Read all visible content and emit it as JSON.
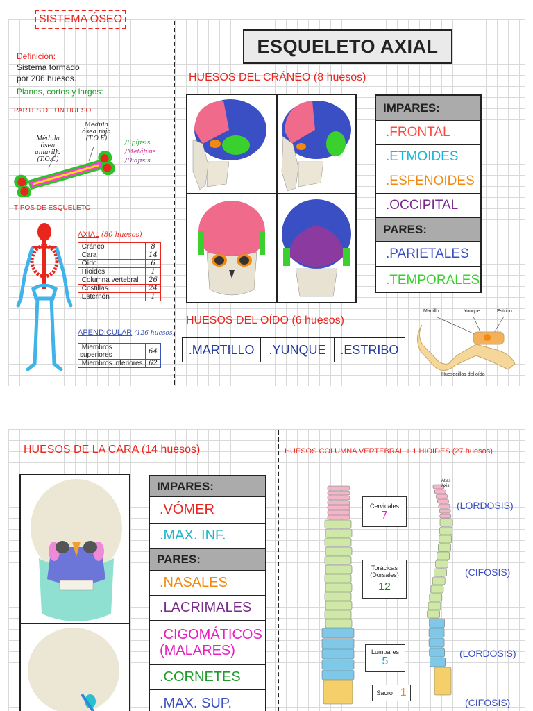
{
  "sistema": {
    "title": "SISTEMA ÓSEO",
    "def_label": "Definición:",
    "def_line1": "Sistema formado",
    "def_line2": "por 206 huesos.",
    "planos": "Planos, cortos y largos:",
    "partes_label": "PARTES DE UN HUESO",
    "medula_amarilla": "Médula ósea amarilla",
    "medula_amarilla_abbr": "(T.O.C)",
    "medula_roja": "Médula ósea roja",
    "medula_roja_abbr": "(T.O.E)",
    "epifisis": "/Epífisis",
    "metafisis": "/Metáfisis",
    "diafisis": "/Diáfisis",
    "tipos_label": "TIPOS DE ESQUELETO",
    "axial_label": "AXIAL",
    "axial_count": "(80 huesos)",
    "axial_items": [
      {
        "name": ".Cráneo",
        "n": "8"
      },
      {
        "name": ".Cara",
        "n": "14"
      },
      {
        "name": ".Oído",
        "n": "6"
      },
      {
        "name": ".Hioides",
        "n": "1"
      },
      {
        "name": ".Columna vertebral",
        "n": "26"
      },
      {
        "name": ".Costillas",
        "n": "24"
      },
      {
        "name": ".Esternón",
        "n": "1"
      }
    ],
    "apendicular_label": "APENDICULAR",
    "apendicular_count": "(126 huesos)",
    "apendicular_items": [
      {
        "name": ".Miembros superiores",
        "n": "64"
      },
      {
        "name": ".Miembros inferiores",
        "n": "62"
      }
    ]
  },
  "axial": {
    "title": "ESQUELETO AXIAL",
    "craneo_title": "HUESOS DEL CRÁNEO (8 huesos)",
    "craneo_table": {
      "impares_label": "IMPARES:",
      "impares": [
        {
          "label": ".FRONTAL",
          "color": "#ff4a3d"
        },
        {
          "label": ".ETMOIDES",
          "color": "#17b6d6"
        },
        {
          "label": ".ESFENOIDES",
          "color": "#f08a12"
        },
        {
          "label": ".OCCIPITAL",
          "color": "#7a2a8c"
        }
      ],
      "pares_label": "PARES:",
      "pares": [
        {
          "label": ".PARIETALES",
          "color": "#3b4fc4"
        },
        {
          "label": ".TEMPORALES",
          "color": "#3ad12e"
        }
      ]
    },
    "oido_title": "HUESOS DEL OÍDO (6 huesos)",
    "oido_bones": [
      ".MARTILLO",
      ".YUNQUE",
      ".ESTRIBO"
    ],
    "ear_labels": {
      "martillo": "Martillo",
      "yunque": "Yunque",
      "estribo": "Estribo",
      "caption": "Huesecillos del oído"
    }
  },
  "cara": {
    "title_main": "HUESOS DE LA CARA",
    "title_count": "(14 huesos)",
    "impares_label": "IMPARES:",
    "impares": [
      {
        "label": ".VÓMER",
        "color": "#e8261e"
      },
      {
        "label": ".MAX. INF.",
        "color": "#22b3c9"
      }
    ],
    "pares_label": "PARES:",
    "pares": [
      {
        "label": ".NASALES",
        "color": "#f08a12"
      },
      {
        "label": ".LACRIMALES",
        "color": "#7a2a8c"
      },
      {
        "label": ".CIGOMÁTICOS (MALARES)",
        "color": "#e81fc0"
      },
      {
        "label": ".CORNETES",
        "color": "#1d9d2a"
      },
      {
        "label": ".MAX. SUP.",
        "color": "#3b4fc4"
      }
    ]
  },
  "columna": {
    "title": "HUESOS COLUMNA VERTEBRAL + 1 HIOIDES (27 huesos)",
    "cervicales": {
      "label": "Cervicales",
      "value": "7"
    },
    "toracicas": {
      "label": "Torácicas",
      "label2": "(Dorsales)",
      "value": "12"
    },
    "lumbares": {
      "label": "Lumbares",
      "value": "5"
    },
    "sacro": {
      "label": "Sacro",
      "value": "1"
    },
    "atlas": "Atlas",
    "axis": "Axis",
    "curves": [
      "(LORDOSIS)",
      "(CIFOSIS)",
      "(LORDOSIS)",
      "(CIFOSIS)"
    ]
  }
}
